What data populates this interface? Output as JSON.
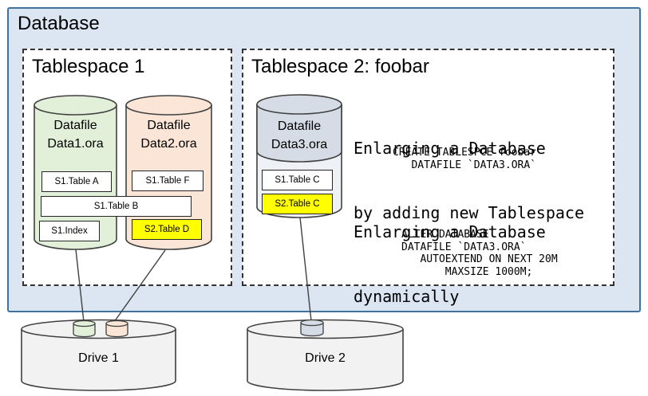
{
  "database": {
    "title": "Database"
  },
  "tablespaces": [
    {
      "title": "Tablespace 1"
    },
    {
      "title": "Tablespace 2: foobar"
    }
  ],
  "datafiles": [
    {
      "line1": "Datafile",
      "line2": "Data1.ora"
    },
    {
      "line1": "Datafile",
      "line2": "Data2.ora"
    },
    {
      "line1": "Datafile",
      "line2": "Data3.ora"
    }
  ],
  "tables": {
    "a": "S1.Table A",
    "f": "S1.Table F",
    "b": "S1.Table B",
    "index": "S1.Index",
    "d": "S2.Table D",
    "c1": "S1.Table C",
    "c2": "S2.Table C"
  },
  "annotations": {
    "heading1_line1": "Enlarging a Database",
    "heading1_line2": "by adding new Tablespace",
    "code_create": "CREATE TABLESPCE foobar\n   DATAFILE `DATA3.ORA`",
    "heading2_line1": "Enlarging a Database",
    "heading2_line2": "dynamically",
    "code_alter": "ALTER DATABASE\nDATAFILE `DATA3.ORA`\n   AUTOEXTEND ON NEXT 20M\n       MAXSIZE 1000M;"
  },
  "drives": [
    {
      "label": "Drive 1"
    },
    {
      "label": "Drive 2"
    }
  ],
  "colors": {
    "db-fill": "#dbe6f2",
    "db-border": "#41719c",
    "green-fill": "#e2efd9",
    "orange-fill": "#fbe5d6",
    "grayblue-fill": "#d6dce5",
    "c3-lower-fill": "#eef1f6",
    "drive-fill": "#f2f2f2",
    "highlight-yellow": "#ffff00",
    "outline": "#404040",
    "dash-border": "#333333"
  }
}
